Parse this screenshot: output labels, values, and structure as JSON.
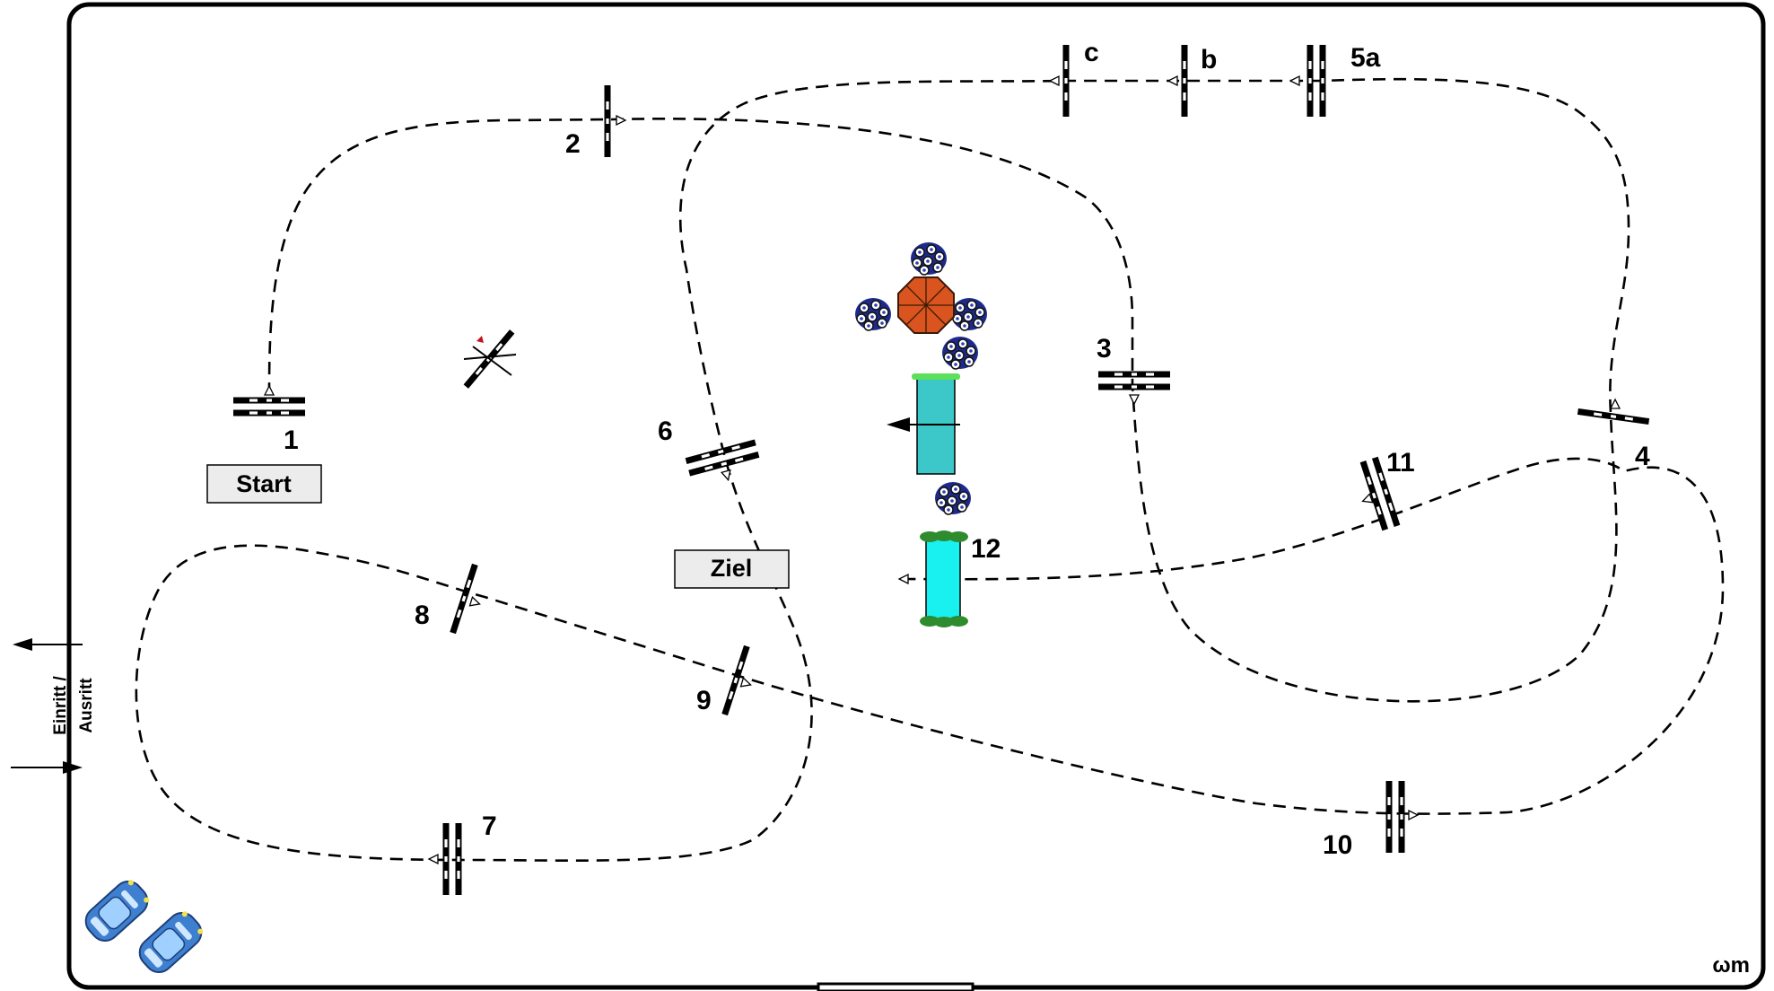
{
  "course": {
    "labels": {
      "start": "Start",
      "finish": "Ziel",
      "entrance_line1": "Einritt /",
      "entrance_line2": "Ausritt",
      "signature": "ωm"
    },
    "obstacles": [
      {
        "id": "1",
        "label": "1",
        "type": "oxer"
      },
      {
        "id": "2",
        "label": "2",
        "type": "vertical"
      },
      {
        "id": "3",
        "label": "3",
        "type": "oxer"
      },
      {
        "id": "4",
        "label": "4",
        "type": "vertical"
      },
      {
        "id": "5a",
        "label": "5a",
        "type": "oxer"
      },
      {
        "id": "5b",
        "label": "b",
        "type": "vertical"
      },
      {
        "id": "5c",
        "label": "c",
        "type": "vertical"
      },
      {
        "id": "6",
        "label": "6",
        "type": "oxer"
      },
      {
        "id": "7",
        "label": "7",
        "type": "oxer"
      },
      {
        "id": "8",
        "label": "8",
        "type": "vertical"
      },
      {
        "id": "9",
        "label": "9",
        "type": "vertical"
      },
      {
        "id": "10",
        "label": "10",
        "type": "oxer"
      },
      {
        "id": "11",
        "label": "11",
        "type": "oxer"
      },
      {
        "id": "12",
        "label": "12",
        "type": "water"
      }
    ],
    "colors": {
      "track": "#000000",
      "umbrella": "#d9541e",
      "flowers": "#2a3fb5",
      "water_box_1": "#3cc8c8",
      "water_box_2": "#19f0f0",
      "hedge": "#2e8b2e",
      "cars": "#3f7fd0"
    }
  }
}
